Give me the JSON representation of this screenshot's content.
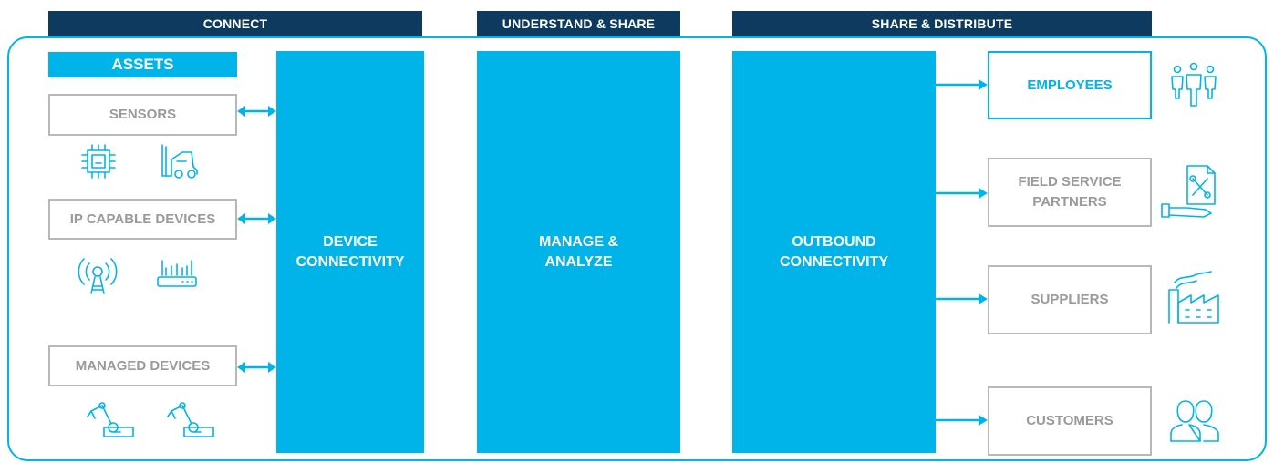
{
  "headers": {
    "connect": "CONNECT",
    "understand": "UNDERSTAND & SHARE",
    "distribute": "SHARE & DISTRIBUTE"
  },
  "assets": {
    "title": "ASSETS",
    "sensors": "SENSORS",
    "ip_devices": "IP CAPABLE DEVICES",
    "managed": "MANAGED DEVICES"
  },
  "columns": {
    "device": [
      "DEVICE",
      "CONNECTIVITY"
    ],
    "manage": [
      "MANAGE &",
      "ANALYZE"
    ],
    "outbound": [
      "OUTBOUND",
      "CONNECTIVITY"
    ]
  },
  "targets": {
    "employees": "EMPLOYEES",
    "field_service": [
      "FIELD SERVICE",
      "PARTNERS"
    ],
    "suppliers": "SUPPLIERS",
    "customers": "CUSTOMERS"
  },
  "icons": [
    "chip-icon",
    "forklift-icon",
    "antenna-tower-icon",
    "router-icon",
    "robot-arm-icon",
    "robot-arm-icon",
    "people-icon",
    "service-document-icon",
    "factory-icon",
    "customers-icon"
  ],
  "colors": {
    "accent": "#00b4ea",
    "header": "#0d3a5e",
    "inactive": "#9a9a9a"
  }
}
